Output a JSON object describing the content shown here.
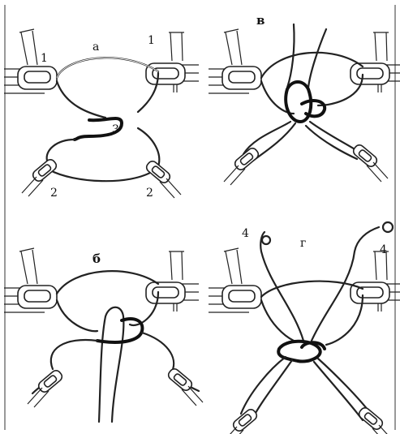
{
  "panels": {
    "a": {
      "letter": "а",
      "labels": {
        "top_left": "1",
        "top_right": "1",
        "middle": "3",
        "bottom_left": "2",
        "bottom_right": "2"
      }
    },
    "b": {
      "letter": "б"
    },
    "v": {
      "letter": "в"
    },
    "g": {
      "letter": "г",
      "labels": {
        "top_left": "4",
        "top_right": "4"
      }
    }
  }
}
